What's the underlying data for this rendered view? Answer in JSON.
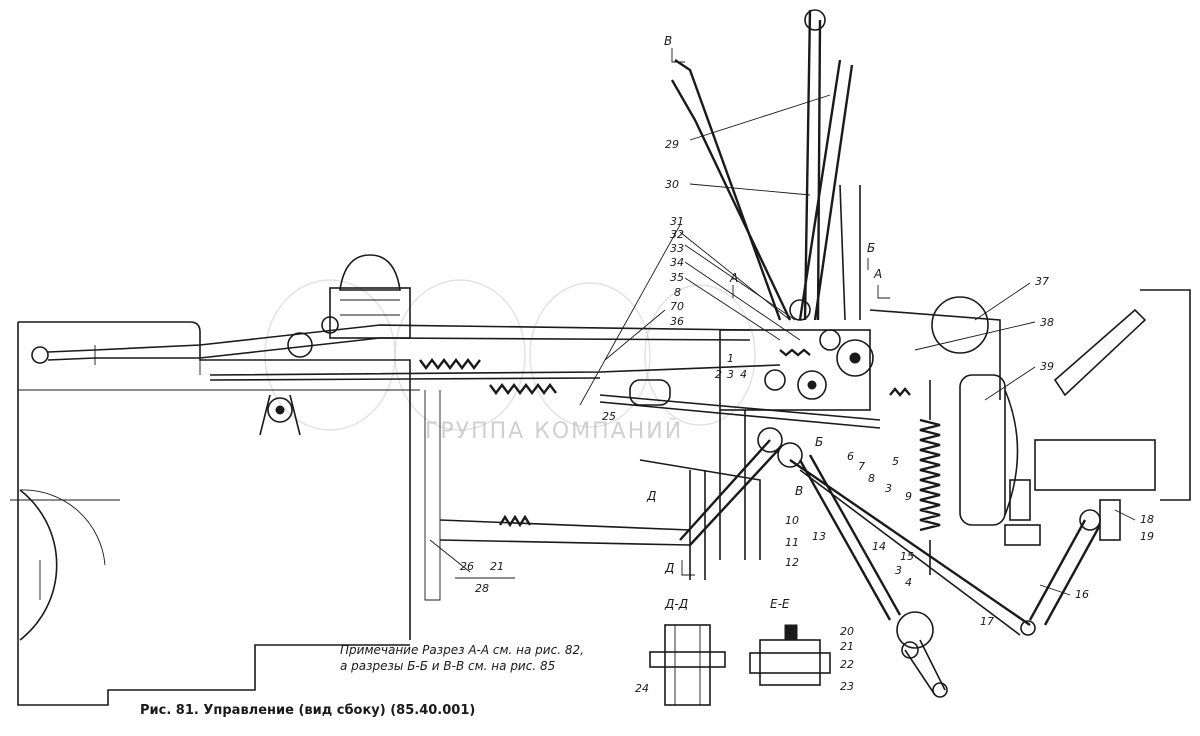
{
  "caption": "Рис. 81. Управление (вид сбоку) (85.40.001)",
  "note_line1": "Примечание Разрез А-А см. на рис. 82,",
  "note_line2": "а разрезы Б-Б и В-В см. на рис. 85",
  "section_dd": "Д-Д",
  "section_ee": "Е-Е",
  "watermark": "ГРУППА КОМПАНИЙ",
  "section_marks": [
    "В",
    "А",
    "А",
    "Б",
    "Б",
    "В",
    "Д",
    "Д"
  ],
  "labels": {
    "n1": "1",
    "n2": "2",
    "n3": "3",
    "n3b": "3",
    "n3c": "3",
    "n4": "4",
    "n4b": "4",
    "n5": "5",
    "n6": "6",
    "n7": "7",
    "n8": "8",
    "n8b": "8",
    "n9": "9",
    "n10": "10",
    "n11": "11",
    "n12": "12",
    "n13": "13",
    "n14": "14",
    "n15": "15",
    "n16": "16",
    "n17": "17",
    "n18": "18",
    "n19": "19",
    "n20": "20",
    "n21": "21",
    "n21b": "21",
    "n22": "22",
    "n23": "23",
    "n24": "24",
    "n25": "25",
    "n26": "26",
    "n28": "28",
    "n29": "29",
    "n30": "30",
    "n31": "31",
    "n32": "32",
    "n33": "33",
    "n34": "34",
    "n35": "35",
    "n36": "36",
    "n37": "37",
    "n38": "38",
    "n39": "39",
    "n70": "70"
  }
}
